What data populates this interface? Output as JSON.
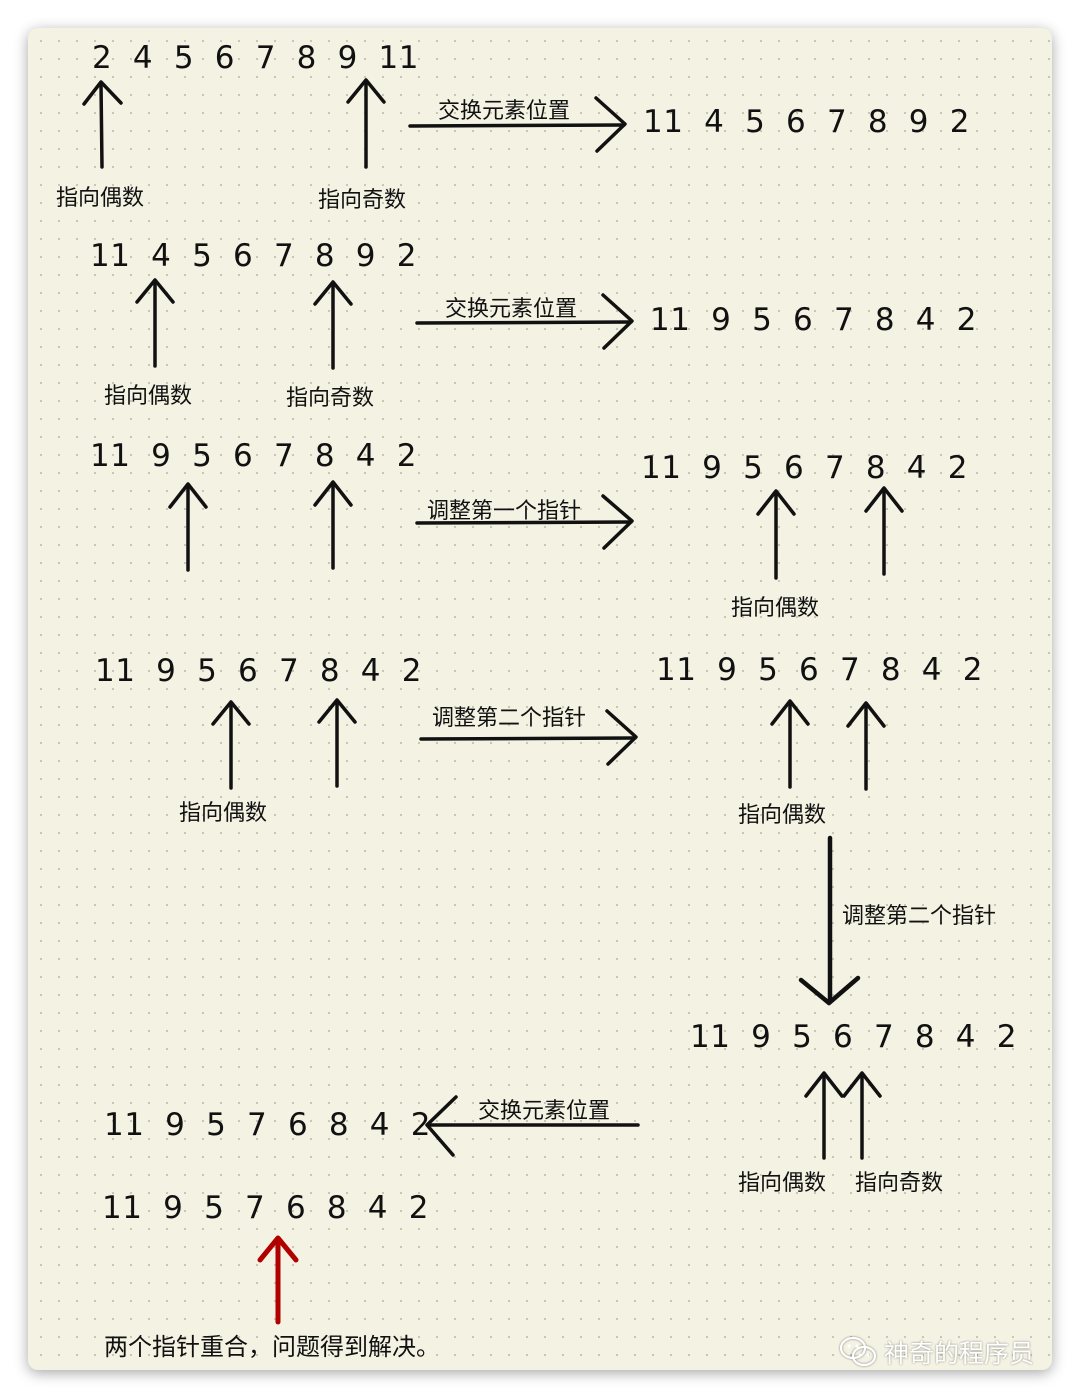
{
  "steps": [
    {
      "sequence": "2  4  5  6  7  8  9  11",
      "pointer_left": "指向偶数",
      "pointer_right": "指向奇数",
      "operation": "交换元素位置",
      "result": "11  4  5  6  7  8  9  2"
    },
    {
      "sequence": "11  4  5  6  7  8  9  2",
      "pointer_left": "指向偶数",
      "pointer_right": "指向奇数",
      "operation": "交换元素位置",
      "result": "11  9  5  6  7  8  4  2"
    },
    {
      "sequence": "11  9  5  6  7  8  4  2",
      "operation": "调整第一个指针",
      "result": "11  9  5  6  7  8  4  2",
      "result_pointer": "指向偶数"
    },
    {
      "sequence": "11  9  5  6  7  8  4  2",
      "pointer_left": "指向偶数",
      "operation": "调整第二个指针",
      "result": "11  9  5  6  7  8  4  2",
      "result_pointer": "指向偶数"
    },
    {
      "operation": "调整第二个指针",
      "result": "11  9  5  6  7  8  4  2",
      "pointer_left": "指向偶数",
      "pointer_right": "指向奇数"
    },
    {
      "operation": "交换元素位置",
      "result": "11  9  5  7  6  8  4  2"
    },
    {
      "sequence": "11  9  5  7  6  8  4  2",
      "conclusion": "两个指针重合，问题得到解决。"
    }
  ],
  "watermark": {
    "text": "神奇的程序员",
    "icon": "wechat-icon"
  },
  "colors": {
    "paper": "#f4f2e3",
    "ink": "#111111",
    "highlight_arrow": "#b00000"
  }
}
